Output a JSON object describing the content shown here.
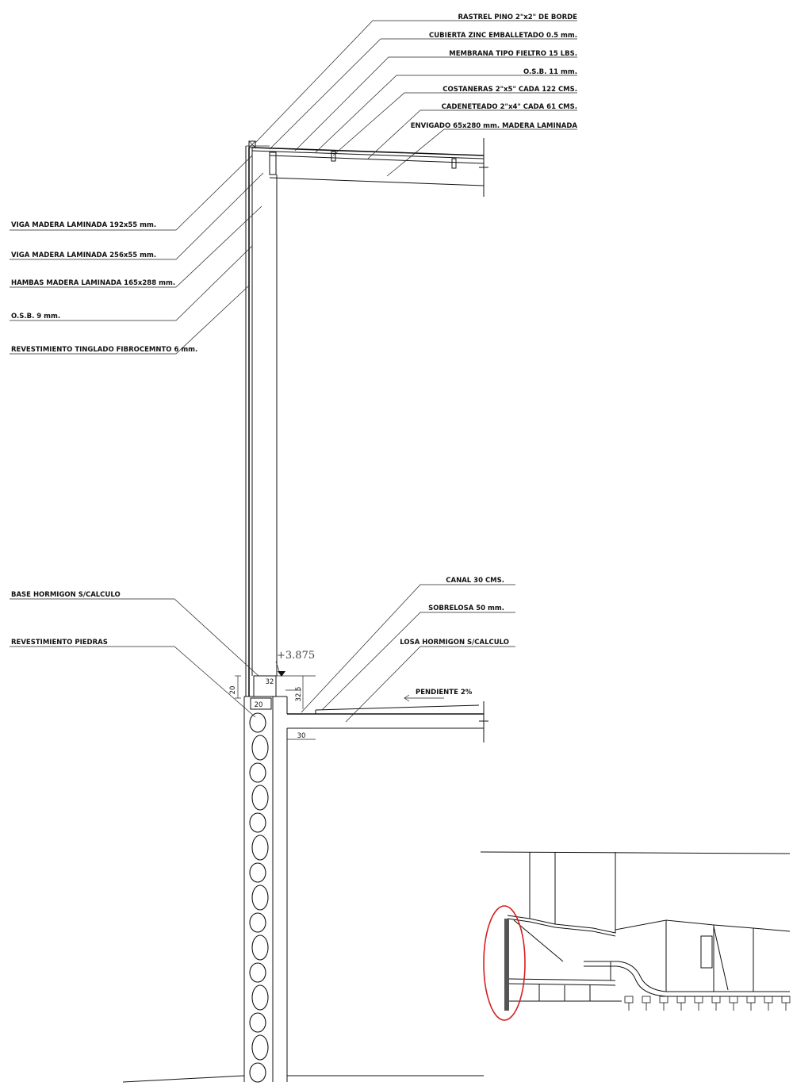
{
  "roof_labels": [
    "RASTREL PINO 2\"x2\" DE BORDE",
    "CUBIERTA ZINC EMBALLETADO 0.5 mm.",
    "MEMBRANA TIPO FIELTRO 15 LBS.",
    "O.S.B. 11 mm.",
    "COSTANERAS 2\"x5\" CADA 122 CMS.",
    "CADENETEADO 2\"x4\" CADA 61 CMS.",
    "ENVIGADO 65x280 mm. MADERA LAMINADA"
  ],
  "wall_labels": [
    "VIGA MADERA LAMINADA 192x55 mm.",
    "VIGA MADERA LAMINADA 256x55 mm.",
    "HAMBAS MADERA LAMINADA 165x288 mm.",
    "O.S.B. 9 mm.",
    "REVESTIMIENTO TINGLADO FIBROCEMNTO 6 mm."
  ],
  "base_labels": [
    "BASE HORMIGON S/CALCULO",
    "REVESTIMIENTO PIEDRAS"
  ],
  "slab_labels": [
    "CANAL 30 CMS.",
    "SOBRELOSA 50 mm.",
    "LOSA HORMIGON S/CALCULO"
  ],
  "slope_label": "PENDIENTE 2%",
  "level_mark": "+3.875",
  "dimensions": {
    "wall_base_height": "20",
    "base_width": "32",
    "canal_depth": "32.5",
    "stone_width": "20",
    "canal_width": "30"
  },
  "colors": {
    "line": "#111111",
    "highlight": "#d42020"
  }
}
